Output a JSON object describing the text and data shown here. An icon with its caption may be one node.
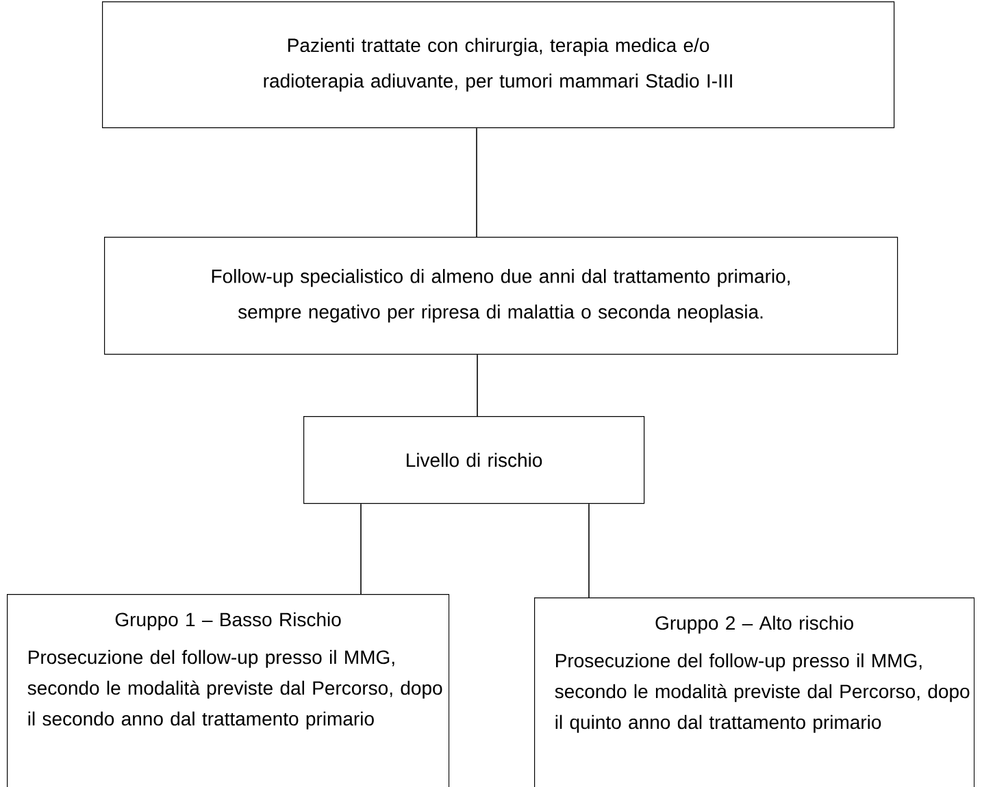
{
  "diagram": {
    "nodes": [
      {
        "text": [
          "Pazienti trattate con chirurgia, terapia medica e/o radioterapia adiuvante, per tumori mammari Stadio I-III"
        ]
      },
      {
        "text": [
          "Follow-up specialistico di almeno due anni dal trattamento primario, sempre negativo per ripresa di malattia o seconda neoplasia."
        ]
      },
      {
        "text": [
          "Livello di rischio"
        ]
      },
      {
        "text": [
          "Gruppo 1 – Basso Rischio",
          "Prosecuzione del follow-up presso il MMG, secondo le modalità previste dal Percorso, dopo il secondo anno dal trattamento primario"
        ]
      },
      {
        "text": [
          "Gruppo 2 – Alto rischio",
          "Prosecuzione del follow-up presso il MMG, secondo le modalità previste dal Percorso, dopo il quinto anno dal trattamento primario"
        ]
      }
    ],
    "edges": [
      {
        "from": 0,
        "to": 1,
        "arrow": "none"
      },
      {
        "from": 1,
        "to": 2,
        "arrow": "none"
      },
      {
        "from": 2,
        "to": 3,
        "arrow": "none"
      },
      {
        "from": 2,
        "to": 4,
        "arrow": "none"
      }
    ]
  }
}
